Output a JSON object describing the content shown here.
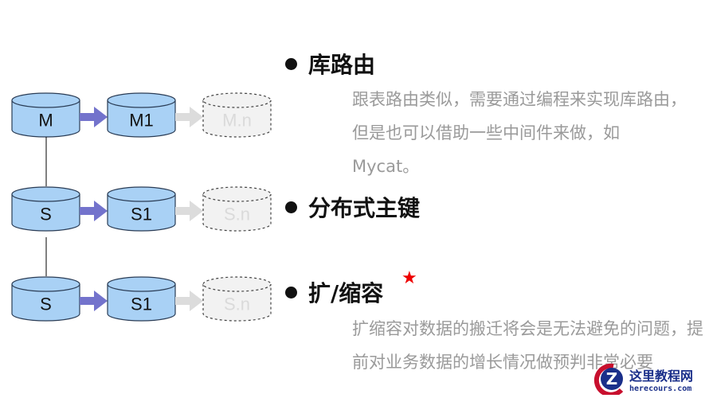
{
  "diagram": {
    "rows": [
      {
        "primary": "M",
        "copy": "M1",
        "future": "M.n"
      },
      {
        "primary": "S",
        "copy": "S1",
        "future": "S.n"
      },
      {
        "primary": "S",
        "copy": "S1",
        "future": "S.n"
      }
    ],
    "colors": {
      "fill": "#a9d1f5",
      "stroke": "#2a3c55",
      "arrow": "#7373cc",
      "faded": "#dcdcdc"
    }
  },
  "sections": [
    {
      "title": "库路由",
      "body": "跟表路由类似，需要通过编程来实现库路由，但是也可以借助一些中间件来做，如Mycat。"
    },
    {
      "title": "分布式主键"
    },
    {
      "title": "扩/缩容",
      "mark": "★",
      "body": "扩缩容对数据的搬迁将会是无法避免的问题，提前对业务数据的增长情况做预判非常必要"
    }
  ],
  "watermark": {
    "name": "这里教程网",
    "url": "herecours.com",
    "logo": "Z"
  }
}
